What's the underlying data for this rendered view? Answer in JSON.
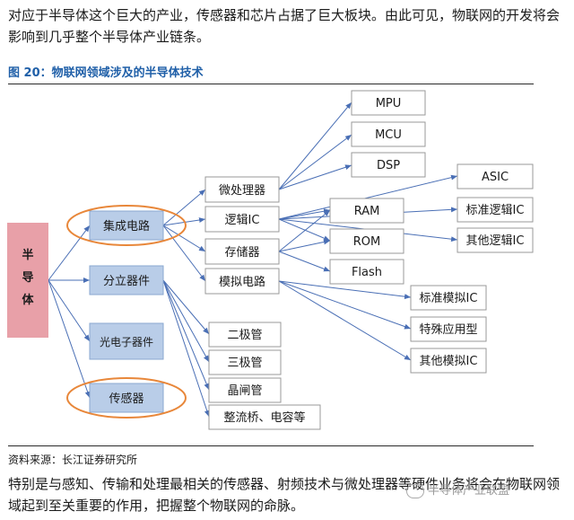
{
  "intro_text": "对应于半导体这个巨大的产业，传感器和芯片占据了巨大板块。由此可见，物联网的开发将会影响到几乎整个半导体产业链条。",
  "figure_title": "图 20：物联网领域涉及的半导体技术",
  "source": "资料来源：长江证券研究所",
  "closing_text": "特别是与感知、传输和处理最相关的传感器、射频技术与微处理器等硬件业务将会在物联网领域起到至关重要的作用，把握整个物联网的命脉。",
  "watermark": "半导体产业联盟",
  "colors": {
    "root_fill": "#e8a0a8",
    "cat_fill": "#b9cde8",
    "leaf_fill": "#ffffff",
    "highlight": "#e8873a",
    "arrow": "#4a6fb5"
  },
  "diagram": {
    "root": "半\n导\n体",
    "categories": {
      "ic": "集成电路",
      "discrete": "分立器件",
      "opto": "光电子器件",
      "sensor": "传感器"
    },
    "ic_types": {
      "micro": "微处理器",
      "logic": "逻辑IC",
      "memory": "存储器",
      "analog": "模拟电路"
    },
    "micro_types": {
      "mpu": "MPU",
      "mcu": "MCU",
      "dsp": "DSP"
    },
    "memory_types": {
      "ram": "RAM",
      "rom": "ROM",
      "flash": "Flash"
    },
    "logic_types": {
      "asic": "ASIC",
      "std_logic": "标准逻辑IC",
      "other_logic": "其他逻辑IC"
    },
    "analog_types": {
      "std_analog": "标准模拟IC",
      "special": "特殊应用型",
      "other_analog": "其他模拟IC"
    },
    "discrete_types": {
      "diode": "二极管",
      "triode": "三极管",
      "thyristor": "晶闸管",
      "rectifier": "整流桥、电容等"
    }
  }
}
